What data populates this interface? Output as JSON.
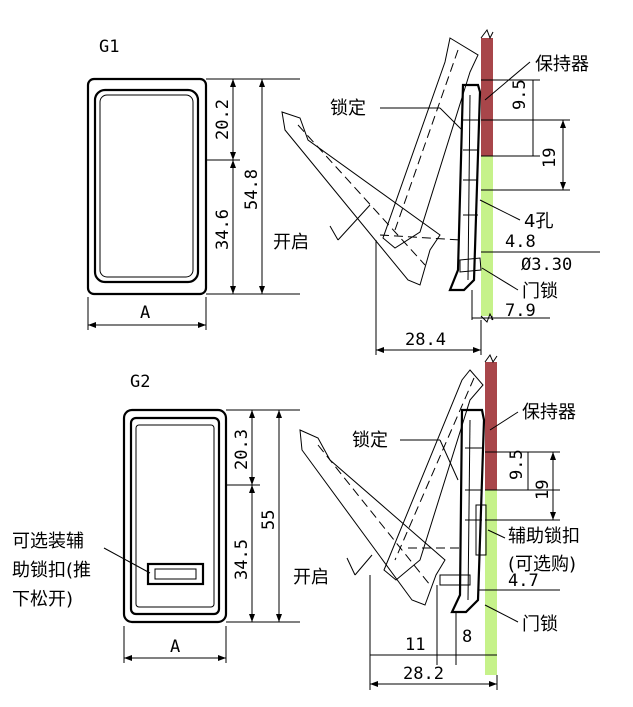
{
  "g1": {
    "title": "G1",
    "width_label": "A",
    "dims": {
      "top": "20.2",
      "total": "54.8",
      "bottom": "34.6",
      "d1": "9.5",
      "d2": "19",
      "d3": "4.8",
      "hole": "Ø3.30",
      "d4": "7.9",
      "d5": "28.4"
    },
    "labels": {
      "holder": "保持器",
      "lock": "锁定",
      "open": "开启",
      "holes": "4孔",
      "door_lock": "门锁"
    }
  },
  "g2": {
    "title": "G2",
    "width_label": "A",
    "dims": {
      "top": "20.3",
      "total": "55",
      "bottom": "34.5",
      "d1": "9.5",
      "d2": "19",
      "d3": "4.7",
      "d4": "11",
      "d5": "8",
      "d6": "28.2"
    },
    "labels": {
      "holder": "保持器",
      "lock": "锁定",
      "open": "开启",
      "aux_lock": "辅助锁扣",
      "optional": "(可选购)",
      "door_lock": "门锁",
      "side_note_1": "可选装辅",
      "side_note_2": "助锁扣(推",
      "side_note_3": "下松开)"
    }
  },
  "colors": {
    "holder": "#a8464a",
    "door": "#c6f28a"
  }
}
